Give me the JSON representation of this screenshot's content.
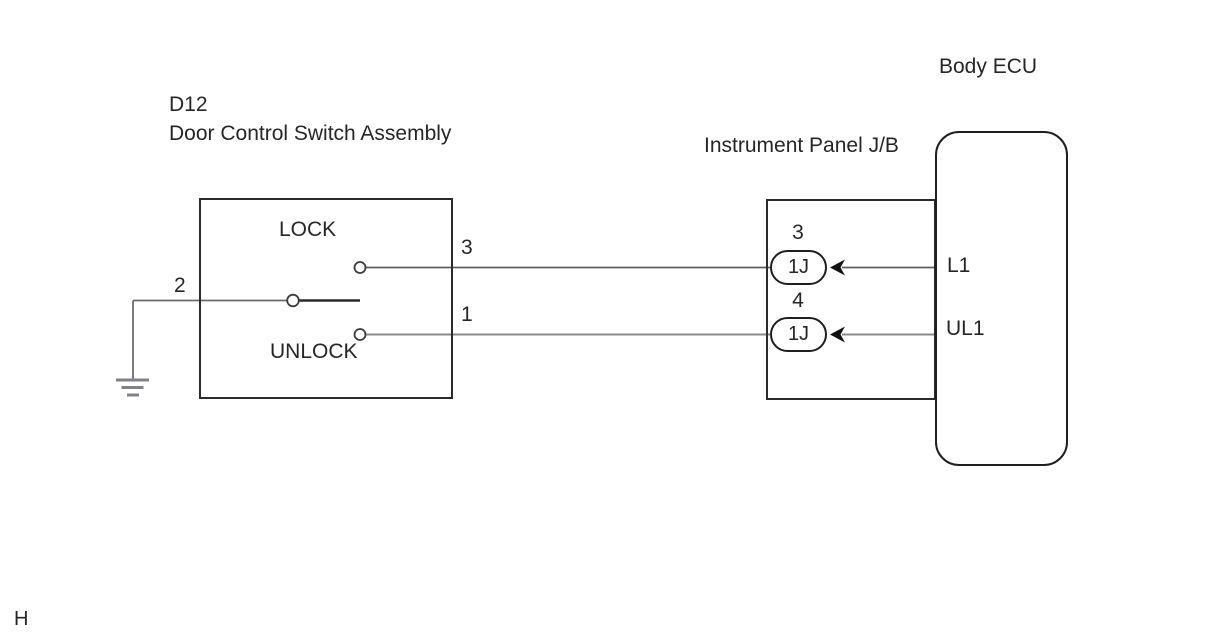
{
  "footer": {
    "page_code": "H"
  },
  "switch_assembly": {
    "code": "D12",
    "name": "Door Control Switch Assembly",
    "lock_label": "LOCK",
    "unlock_label": "UNLOCK",
    "terminal_common": "2",
    "terminal_lock": "3",
    "terminal_unlock": "1"
  },
  "junction_box": {
    "name": "Instrument Panel J/B",
    "connectors": [
      {
        "pin": "3",
        "code": "1J"
      },
      {
        "pin": "4",
        "code": "1J"
      }
    ]
  },
  "body_ecu": {
    "name": "Body ECU",
    "terminal_lock": "L1",
    "terminal_unlock": "UL1"
  },
  "colors": {
    "outline": "#2b2b2b",
    "wire": "#6b6b6b",
    "ground": "#808285",
    "arrow": "#111111",
    "background": "#ffffff"
  }
}
